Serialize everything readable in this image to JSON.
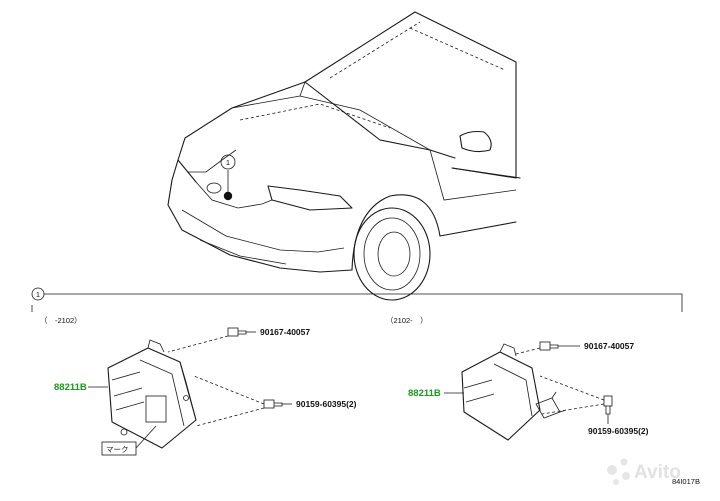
{
  "callout": "1",
  "ranges": {
    "left": "（　-2102）",
    "right": "（2102-　）"
  },
  "parts": {
    "bolt_a_left": "90167-40057",
    "bolt_b_left": "90159-60395(2)",
    "bolt_a_right": "90167-40057",
    "bolt_b_right": "90159-60395(2)",
    "sensor_left": "88211B",
    "sensor_right": "88211B"
  },
  "mark_label": "マーク",
  "ref_code": "84I017B",
  "watermark": "Avito",
  "colors": {
    "line": "#1a1a1a",
    "highlight": "#1a9a1a",
    "watermark": "#e2e2e2"
  }
}
